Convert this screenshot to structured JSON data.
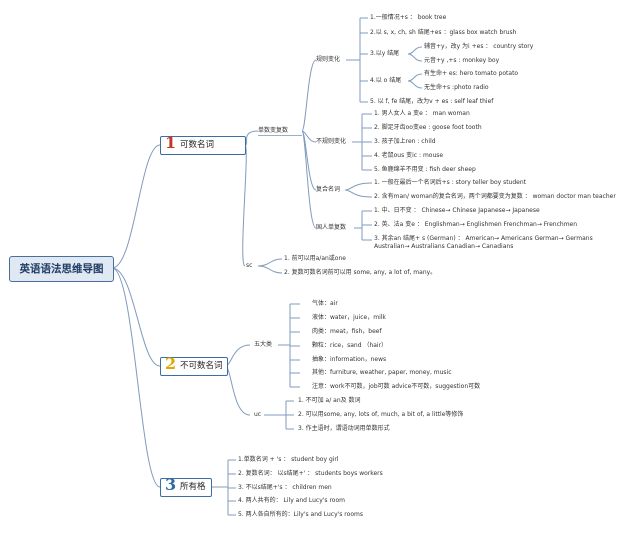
{
  "root": "英语语法思维导图",
  "colors": {
    "line": "#7f9bbd",
    "num1": "#c0392b",
    "num2": "#e0a800",
    "num3": "#2e6da4"
  },
  "b1": {
    "num": "1",
    "label": "可数名词",
    "sub1": "单数变复数",
    "rule": "规则变化",
    "r1": "1.一般情况+s ： book tree",
    "r2": "2.以 s, x, ch, sh 结尾+es ：glass box watch brush",
    "r3": "3.以y 结尾",
    "r3a": "辅音+y，改y 为i +es ： country story",
    "r3b": "元音+y ,+s : monkey boy",
    "r4": "4.以 o 结尾",
    "r4a": "有生命+ es: hero tomato potato",
    "r4b": "无生命+s :photo radio",
    "r5": "5. 以 f, fe 结尾，改为v + es : self leaf thief",
    "irr": "不规则变化",
    "i1": "1. 男人女人 a 变e ： man woman",
    "i2": "2. 脚足牙齿oo变ee : goose foot tooth",
    "i3": "3. 孩子加上ren : child",
    "i4": "4. 老鼠ous 变ic : mouse",
    "i5": "5. 鱼鹿绵羊不用变 : fish deer sheep",
    "comp": "复合名词",
    "c1": "1. 一般在最后一个名词后+s : story teller boy student",
    "c2": "2. 含有man/ woman的复合名词，两个词都要变为复数 ： woman doctor man teacher",
    "nat": "国人单复数",
    "n1": "1. 中、日不变 ： Chinese→ Chinese Japanese→ Japanese",
    "n2": "2. 英、法a 变e ： Englishman→ Englishmen Frenchman→ Frenchmen",
    "n3": "3. 其余an 结尾+ s (German) ： American→ Americans German→ Germans",
    "n3b": "Australian→ Australians Canadian→ Canadians",
    "sc": "sc",
    "sc1": "1. 前可以用a/an或one",
    "sc2": "2. 复数可数名词前可以用 some, any, a lot of, many。"
  },
  "b2": {
    "num": "2",
    "label": "不可数名词",
    "five": "五大类",
    "f1": "气体：air",
    "f2": "液体：water，juice，milk",
    "f3": "肉类：meat，fish，beef",
    "f4": "颗粒：rice，sand （hair）",
    "f5": "抽象：information，news",
    "f6": "其他：furniture, weather, paper, money, music",
    "f7": "注意：work不可数，job可数 advice不可数，suggestion可数",
    "uc": "uc",
    "u1": "1. 不可加 a/ an及 数词",
    "u2": "2. 可以用some, any, lots of, much, a bit of, a little等修饰",
    "u3": "3. 作主语时，谓语动词用单数形式"
  },
  "b3": {
    "num": "3",
    "label": "所有格",
    "p1": "1.单数名词 + 's ： student boy girl",
    "p2": "2. 复数名词： 以s结尾+' ： students boys workers",
    "p3": "3. 不以s结尾+'s ： children men",
    "p4": "4. 两人共有的： Lily and Lucy's room",
    "p5": "5. 两人各自所有的：Lily's and Lucy's rooms"
  }
}
